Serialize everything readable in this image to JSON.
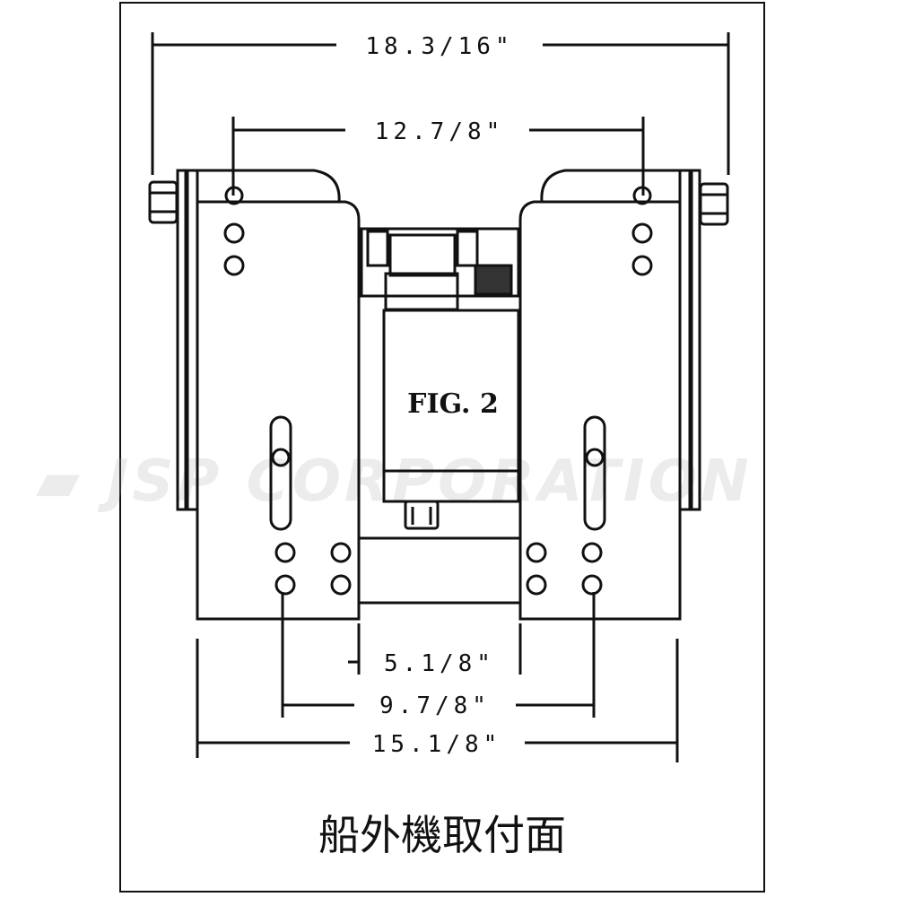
{
  "dimensions": {
    "overall_width": "18.3/16\"",
    "mount_width": "12.7/8\"",
    "inner_gap": "5.1/8\"",
    "hole_spacing": "9.7/8\"",
    "base_width": "15.1/8\""
  },
  "figure_label": "FIG. 2",
  "caption": "船外機取付面",
  "watermark": "JSP CORPORATION",
  "colors": {
    "line": "#111111",
    "watermark": "#aaaaaa"
  }
}
